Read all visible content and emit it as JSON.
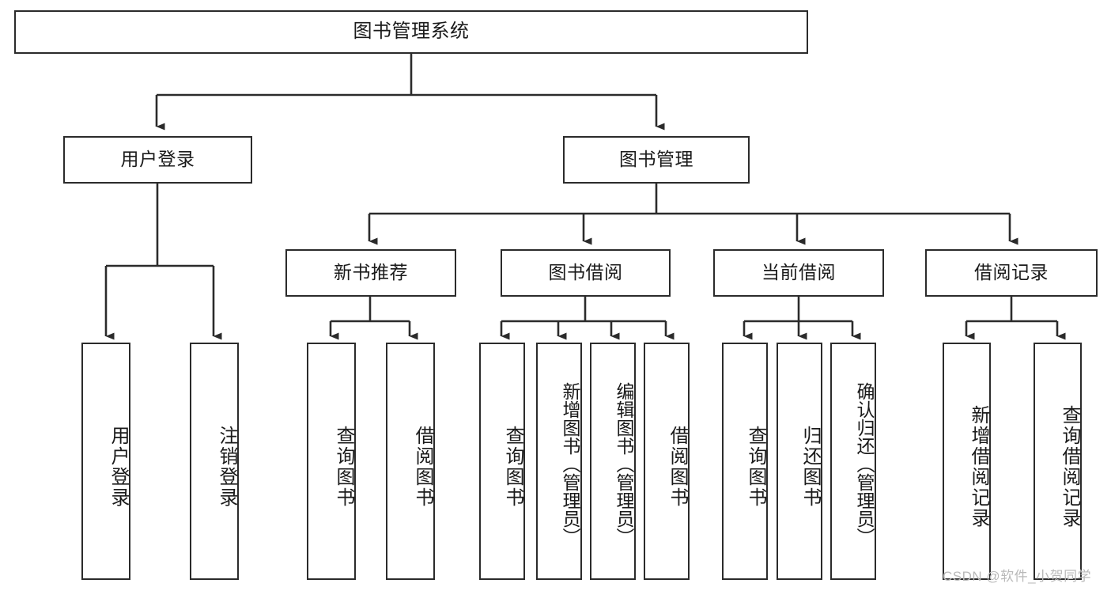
{
  "diagram": {
    "type": "tree-hierarchy",
    "title": "图书管理系统",
    "orientation": "top-down",
    "colors": {
      "box_border": "#2b2b2b",
      "box_fill": "#ffffff",
      "connector": "#2b2b2b",
      "background": "#ffffff",
      "watermark": "#b9b9b9"
    },
    "levels": [
      {
        "level": 1,
        "nodes": [
          {
            "id": "root",
            "label": "图书管理系统"
          }
        ]
      },
      {
        "level": 2,
        "nodes": [
          {
            "id": "user-login",
            "label": "用户登录",
            "parent": "root"
          },
          {
            "id": "book-manage",
            "label": "图书管理",
            "parent": "root"
          }
        ]
      },
      {
        "level": 3,
        "nodes": [
          {
            "id": "new-book-rec",
            "label": "新书推荐",
            "parent": "book-manage"
          },
          {
            "id": "book-borrow",
            "label": "图书借阅",
            "parent": "book-manage"
          },
          {
            "id": "current-borrow",
            "label": "当前借阅",
            "parent": "book-manage"
          },
          {
            "id": "borrow-record",
            "label": "借阅记录",
            "parent": "book-manage"
          }
        ]
      },
      {
        "level": 4,
        "nodes": [
          {
            "id": "leaf-user-login",
            "label": "用户登录",
            "parent": "user-login"
          },
          {
            "id": "leaf-user-logout",
            "label": "注销登录",
            "parent": "user-login"
          },
          {
            "id": "leaf-query-book-1",
            "label": "查询图书",
            "parent": "new-book-rec"
          },
          {
            "id": "leaf-borrow-book-1",
            "label": "借阅图书",
            "parent": "new-book-rec"
          },
          {
            "id": "leaf-query-book-2",
            "label": "查询图书",
            "parent": "book-borrow"
          },
          {
            "id": "leaf-add-book",
            "label": "新增图书（管理员）",
            "parent": "book-borrow"
          },
          {
            "id": "leaf-edit-book",
            "label": "编辑图书（管理员）",
            "parent": "book-borrow"
          },
          {
            "id": "leaf-borrow-book-2",
            "label": "借阅图书",
            "parent": "book-borrow"
          },
          {
            "id": "leaf-query-book-3",
            "label": "查询图书",
            "parent": "current-borrow"
          },
          {
            "id": "leaf-return-book",
            "label": "归还图书",
            "parent": "current-borrow"
          },
          {
            "id": "leaf-confirm-return",
            "label": "确认归还（管理员）",
            "parent": "current-borrow"
          },
          {
            "id": "leaf-add-record",
            "label": "新增借阅记录",
            "parent": "borrow-record"
          },
          {
            "id": "leaf-query-record",
            "label": "查询借阅记录",
            "parent": "borrow-record"
          }
        ]
      }
    ]
  },
  "watermark": {
    "text": "CSDN @软件_小贺同学"
  }
}
